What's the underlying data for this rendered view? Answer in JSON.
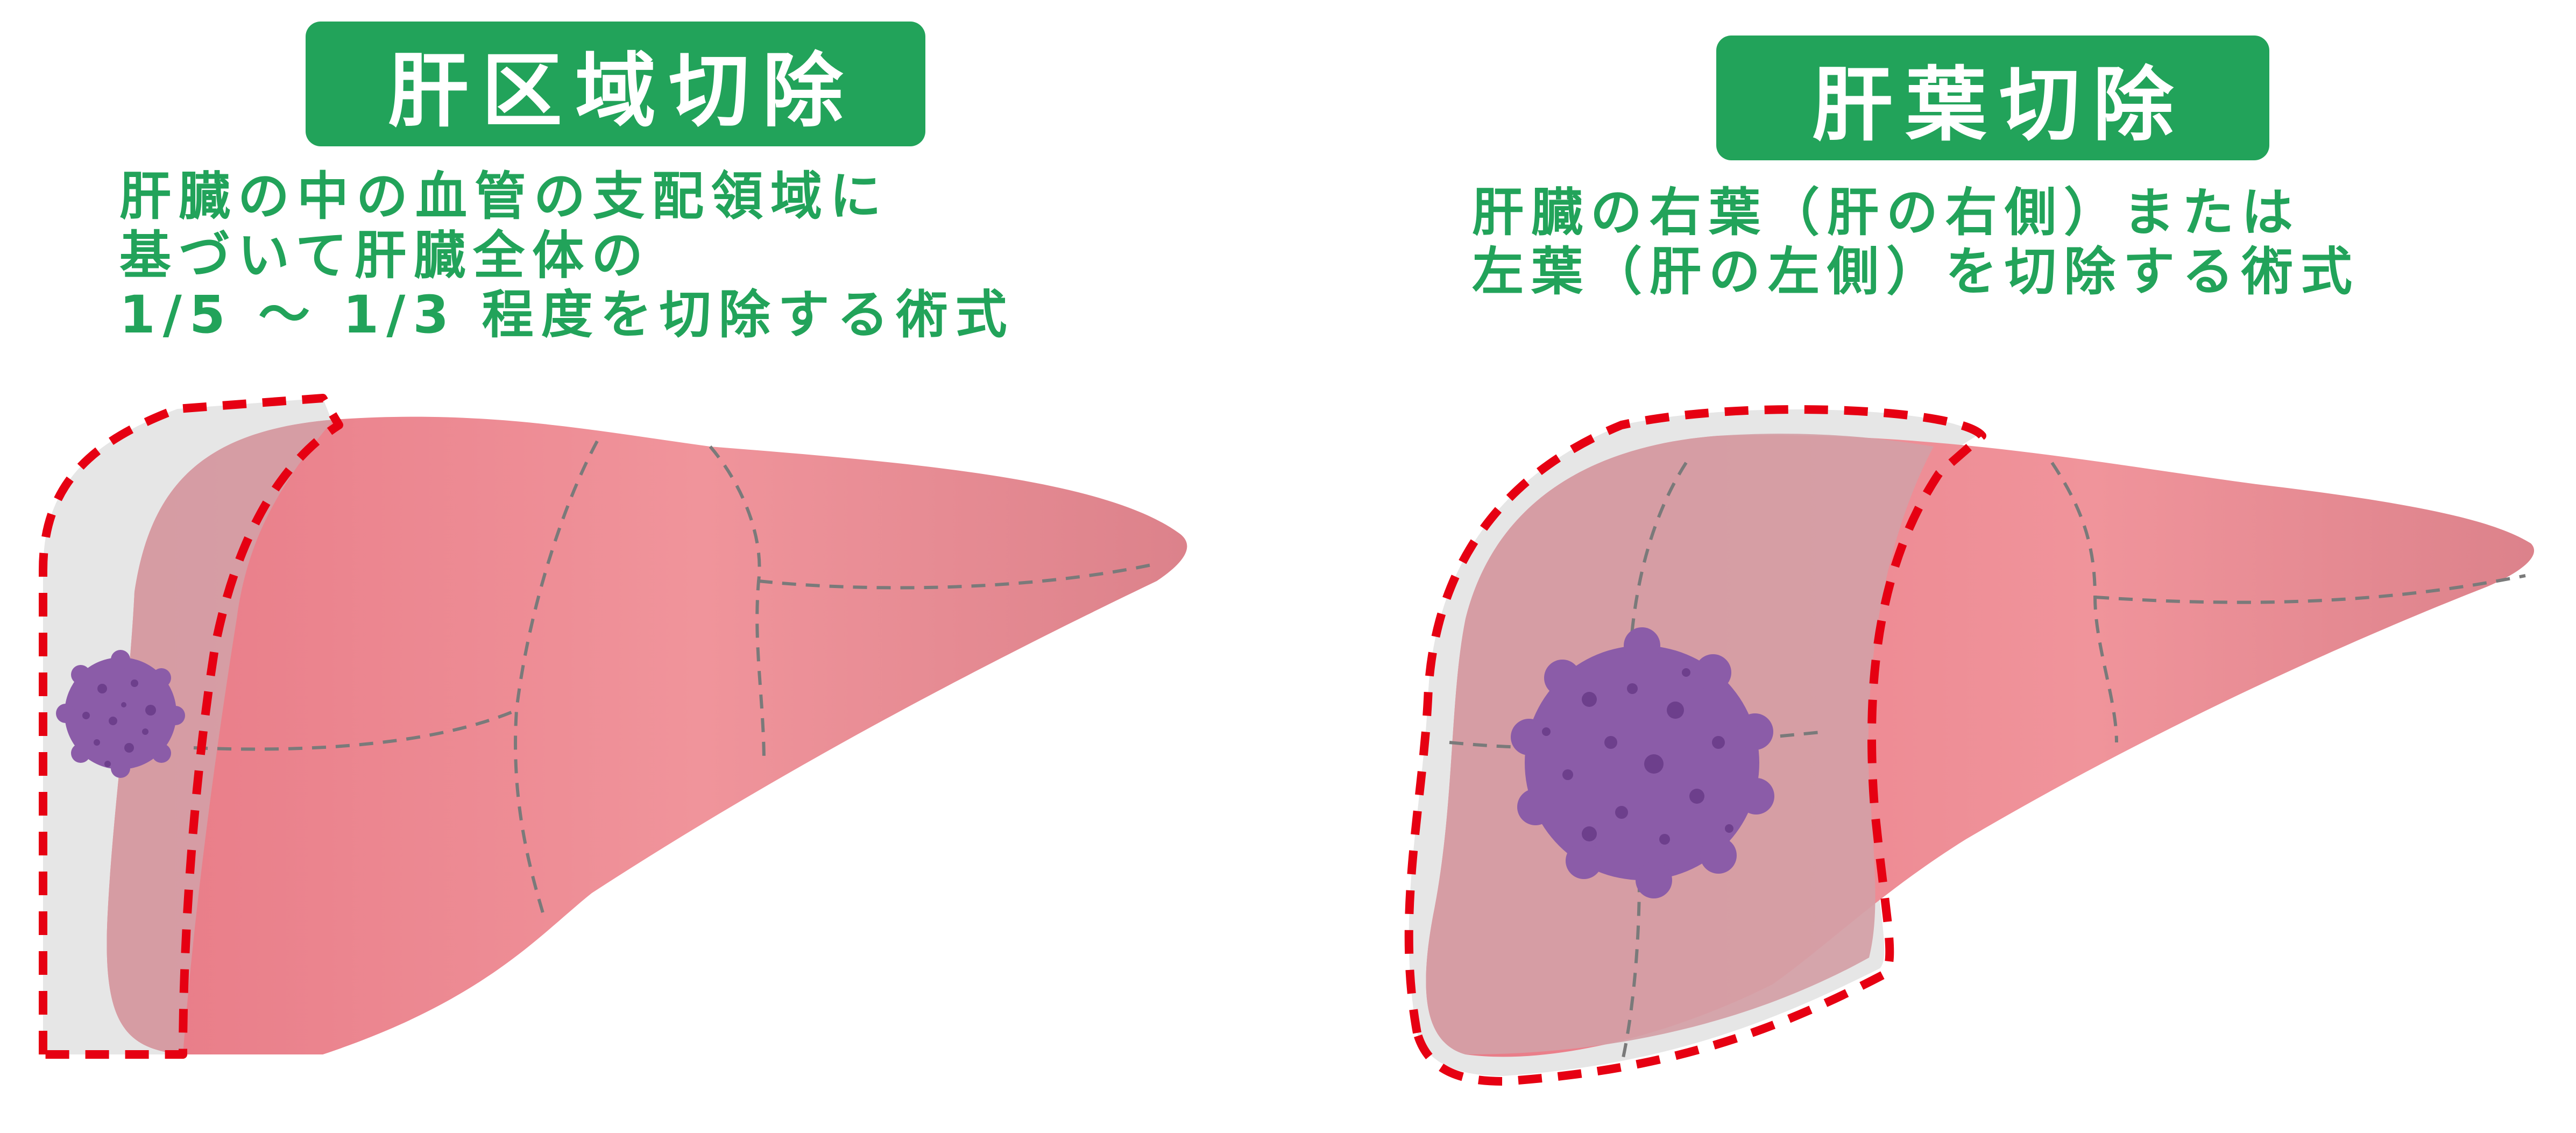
{
  "left": {
    "title": "肝区域切除",
    "description": [
      "肝臓の中の血管の支配領域に",
      "基づいて肝臓全体の",
      "1/5 ～ 1/3 程度を切除する術式"
    ]
  },
  "right": {
    "title": "肝葉切除",
    "description": [
      "肝臓の右葉（肝の右側）または",
      "左葉（肝の左側）を切除する術式"
    ]
  },
  "colors": {
    "title_bg": "#22a35a",
    "text_green": "#22a35a",
    "liver": "#ee8a92",
    "resected_area": "#e6e6e6",
    "cut_line": "#e60012",
    "tumor": "#8b5ca8",
    "tumor_dots": "#6d3f8c",
    "segment_line": "#7a7a7a"
  }
}
